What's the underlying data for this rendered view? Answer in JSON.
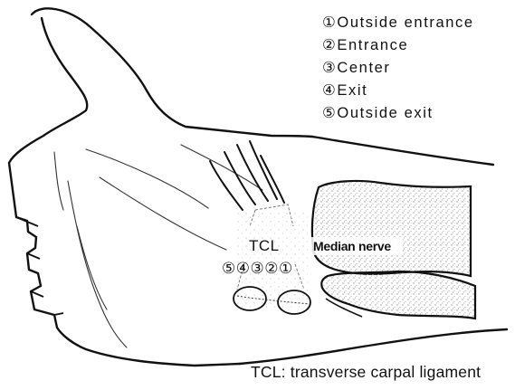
{
  "legend": {
    "items": [
      "①Outside entrance",
      "②Entrance",
      "③Center",
      "④Exit",
      "⑤Outside exit"
    ]
  },
  "labels": {
    "tcl": "TCL",
    "median_nerve": "Median nerve",
    "positions": "⑤④③②①"
  },
  "caption": "TCL: transverse carpal ligament",
  "colors": {
    "line": "#111111",
    "stipple": "#9a9a9a"
  }
}
